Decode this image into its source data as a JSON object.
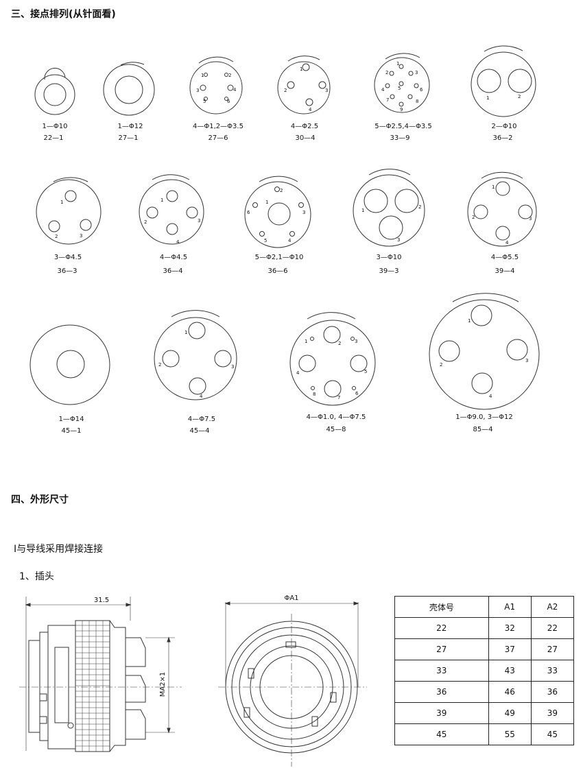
{
  "sections": {
    "contacts_title": "三、接点排列(从针面看)",
    "dims_title": "四、外形尺寸",
    "weld_title": "Ⅰ与导线采用焊接连接",
    "plug_title": "1、插头"
  },
  "connectors": [
    {
      "spec": "1—Φ10",
      "model": "22—1",
      "pins": []
    },
    {
      "spec": "1—Φ12",
      "model": "27—1",
      "pins": []
    },
    {
      "spec": "4—Φ1,2—Φ3.5",
      "model": "27—6",
      "pins": [
        "1",
        "2",
        "3",
        "4",
        "5",
        "6"
      ]
    },
    {
      "spec": "4—Φ2.5",
      "model": "30—4",
      "pins": [
        "1",
        "2",
        "3",
        "4"
      ]
    },
    {
      "spec": "5—Φ2.5,4—Φ3.5",
      "model": "33—9",
      "pins": [
        "1",
        "2",
        "3",
        "4",
        "5",
        "6",
        "7",
        "8",
        "9"
      ]
    },
    {
      "spec": "2—Φ10",
      "model": "36—2",
      "pins": [
        "1",
        "2"
      ]
    },
    {
      "spec": "3—Φ4.5",
      "model": "36—3",
      "pins": [
        "1",
        "2",
        "3"
      ]
    },
    {
      "spec": "4—Φ4.5",
      "model": "36—4",
      "pins": [
        "1",
        "2",
        "3",
        "4"
      ]
    },
    {
      "spec": "5—Φ2,1—Φ10",
      "model": "36—6",
      "pins": [
        "1",
        "2",
        "3",
        "4",
        "5",
        "6"
      ]
    },
    {
      "spec": "3—Φ10",
      "model": "39—3",
      "pins": [
        "1",
        "2",
        "3"
      ]
    },
    {
      "spec": "4—Φ5.5",
      "model": "39—4",
      "pins": [
        "1",
        "2",
        "3",
        "4"
      ]
    },
    {
      "spec": "1—Φ14",
      "model": "45—1",
      "pins": []
    },
    {
      "spec": "4—Φ7.5",
      "model": "45—4",
      "pins": [
        "1",
        "2",
        "3",
        "4"
      ]
    },
    {
      "spec": "4—Φ1.0, 4—Φ7.5",
      "model": "45—8",
      "pins": [
        "1",
        "2",
        "3",
        "4",
        "5",
        "6",
        "7",
        "8"
      ]
    },
    {
      "spec": "1—Φ9.0, 3—Φ12",
      "model": "85—4",
      "pins": [
        "1",
        "2",
        "3",
        "4"
      ]
    }
  ],
  "drawing": {
    "side_dim": "31.5",
    "thread_dim": "MA2×1",
    "front_dim": "ΦA1"
  },
  "table": {
    "headers": [
      "壳体号",
      "A1",
      "A2"
    ],
    "rows": [
      [
        "22",
        "32",
        "22"
      ],
      [
        "27",
        "37",
        "27"
      ],
      [
        "33",
        "43",
        "33"
      ],
      [
        "36",
        "46",
        "36"
      ],
      [
        "39",
        "49",
        "39"
      ],
      [
        "45",
        "55",
        "45"
      ]
    ]
  }
}
